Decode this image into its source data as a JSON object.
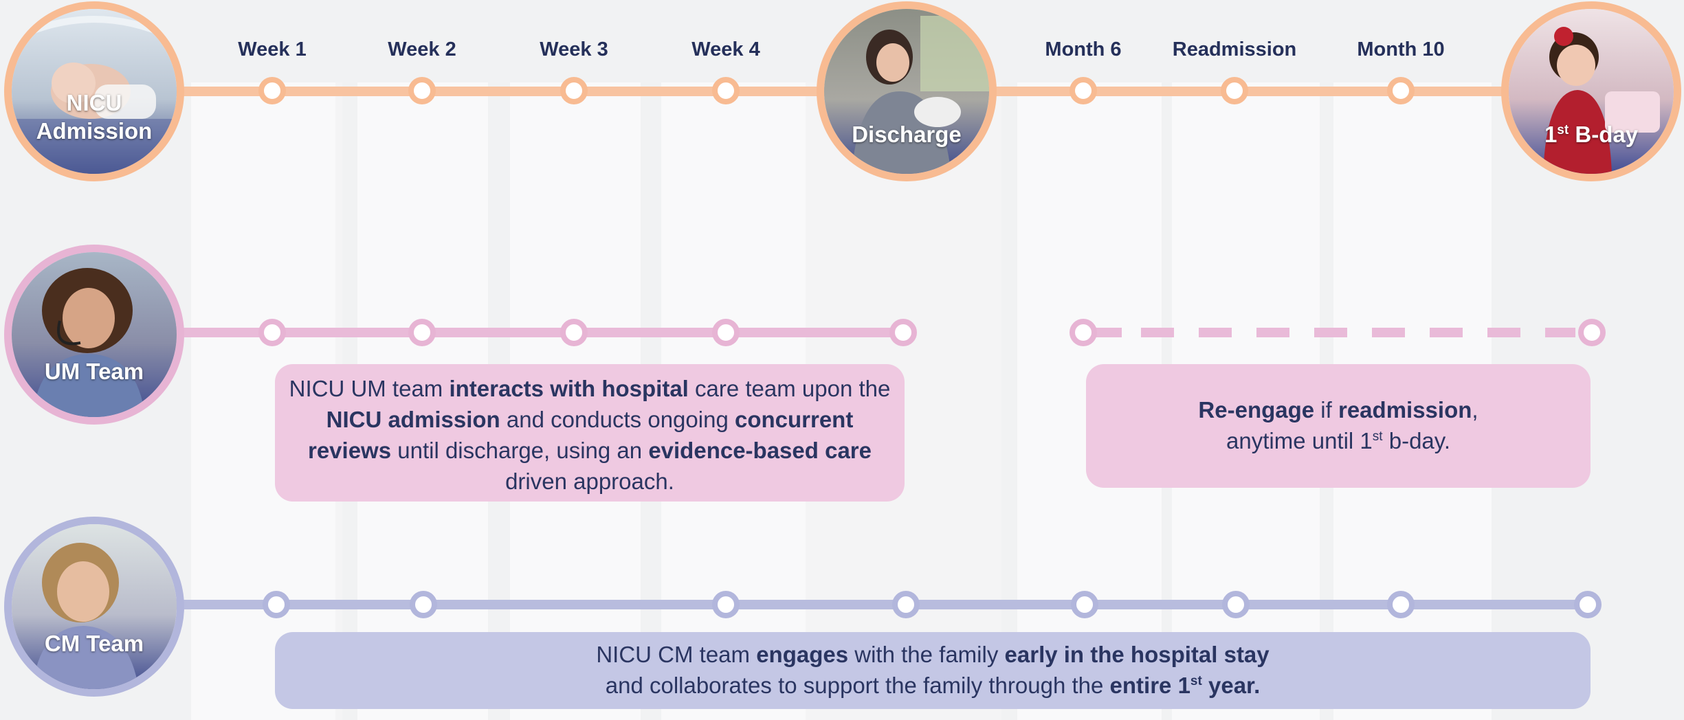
{
  "timeline": {
    "milestones": [
      {
        "label": "Week 1"
      },
      {
        "label": "Week 2"
      },
      {
        "label": "Week 3"
      },
      {
        "label": "Week 4"
      },
      {
        "label": "Month 6"
      },
      {
        "label": "Readmission"
      },
      {
        "label": "Month 10"
      }
    ],
    "stops": {
      "admission": {
        "label_line1": "NICU",
        "label_line2": "Admission",
        "icon": "newborn-incubator-photo"
      },
      "discharge": {
        "label": "Discharge",
        "icon": "mother-with-baby-car-photo"
      },
      "birthday": {
        "label_main": "1",
        "label_sup": "st",
        "label_rest": " B-day",
        "icon": "toddler-birthday-cake-photo"
      }
    }
  },
  "teams": {
    "um": {
      "label": "UM Team",
      "icon": "um-team-headset-photo",
      "box1": {
        "p1": "NICU UM team ",
        "b1": "interacts with hospital",
        "p2": " care team upon the ",
        "b2": "NICU admission",
        "p3": " and conducts ongoing ",
        "b3": "concurrent reviews",
        "p4": " until discharge, using an ",
        "b4": "evidence-based care",
        "p5": " driven approach."
      },
      "box2": {
        "b1": "Re-engage",
        "p1": " if ",
        "b2": "readmission",
        "p2": ",",
        "p3": "anytime until 1",
        "sup": "st",
        "p4": " b-day."
      }
    },
    "cm": {
      "label": "CM Team",
      "icon": "cm-team-smiling-photo",
      "box": {
        "p1": "NICU CM team ",
        "b1": "engages",
        "p2": " with the family ",
        "b2": "early in the hospital stay",
        "p3": "and collaborates to support the family through the ",
        "b3": "entire 1",
        "sup": "st",
        "b4": " year."
      }
    }
  },
  "colors": {
    "timeline": "#f8c3a0",
    "um": "#e9bad8",
    "cm": "#b8bcde",
    "text": "#25305a"
  }
}
